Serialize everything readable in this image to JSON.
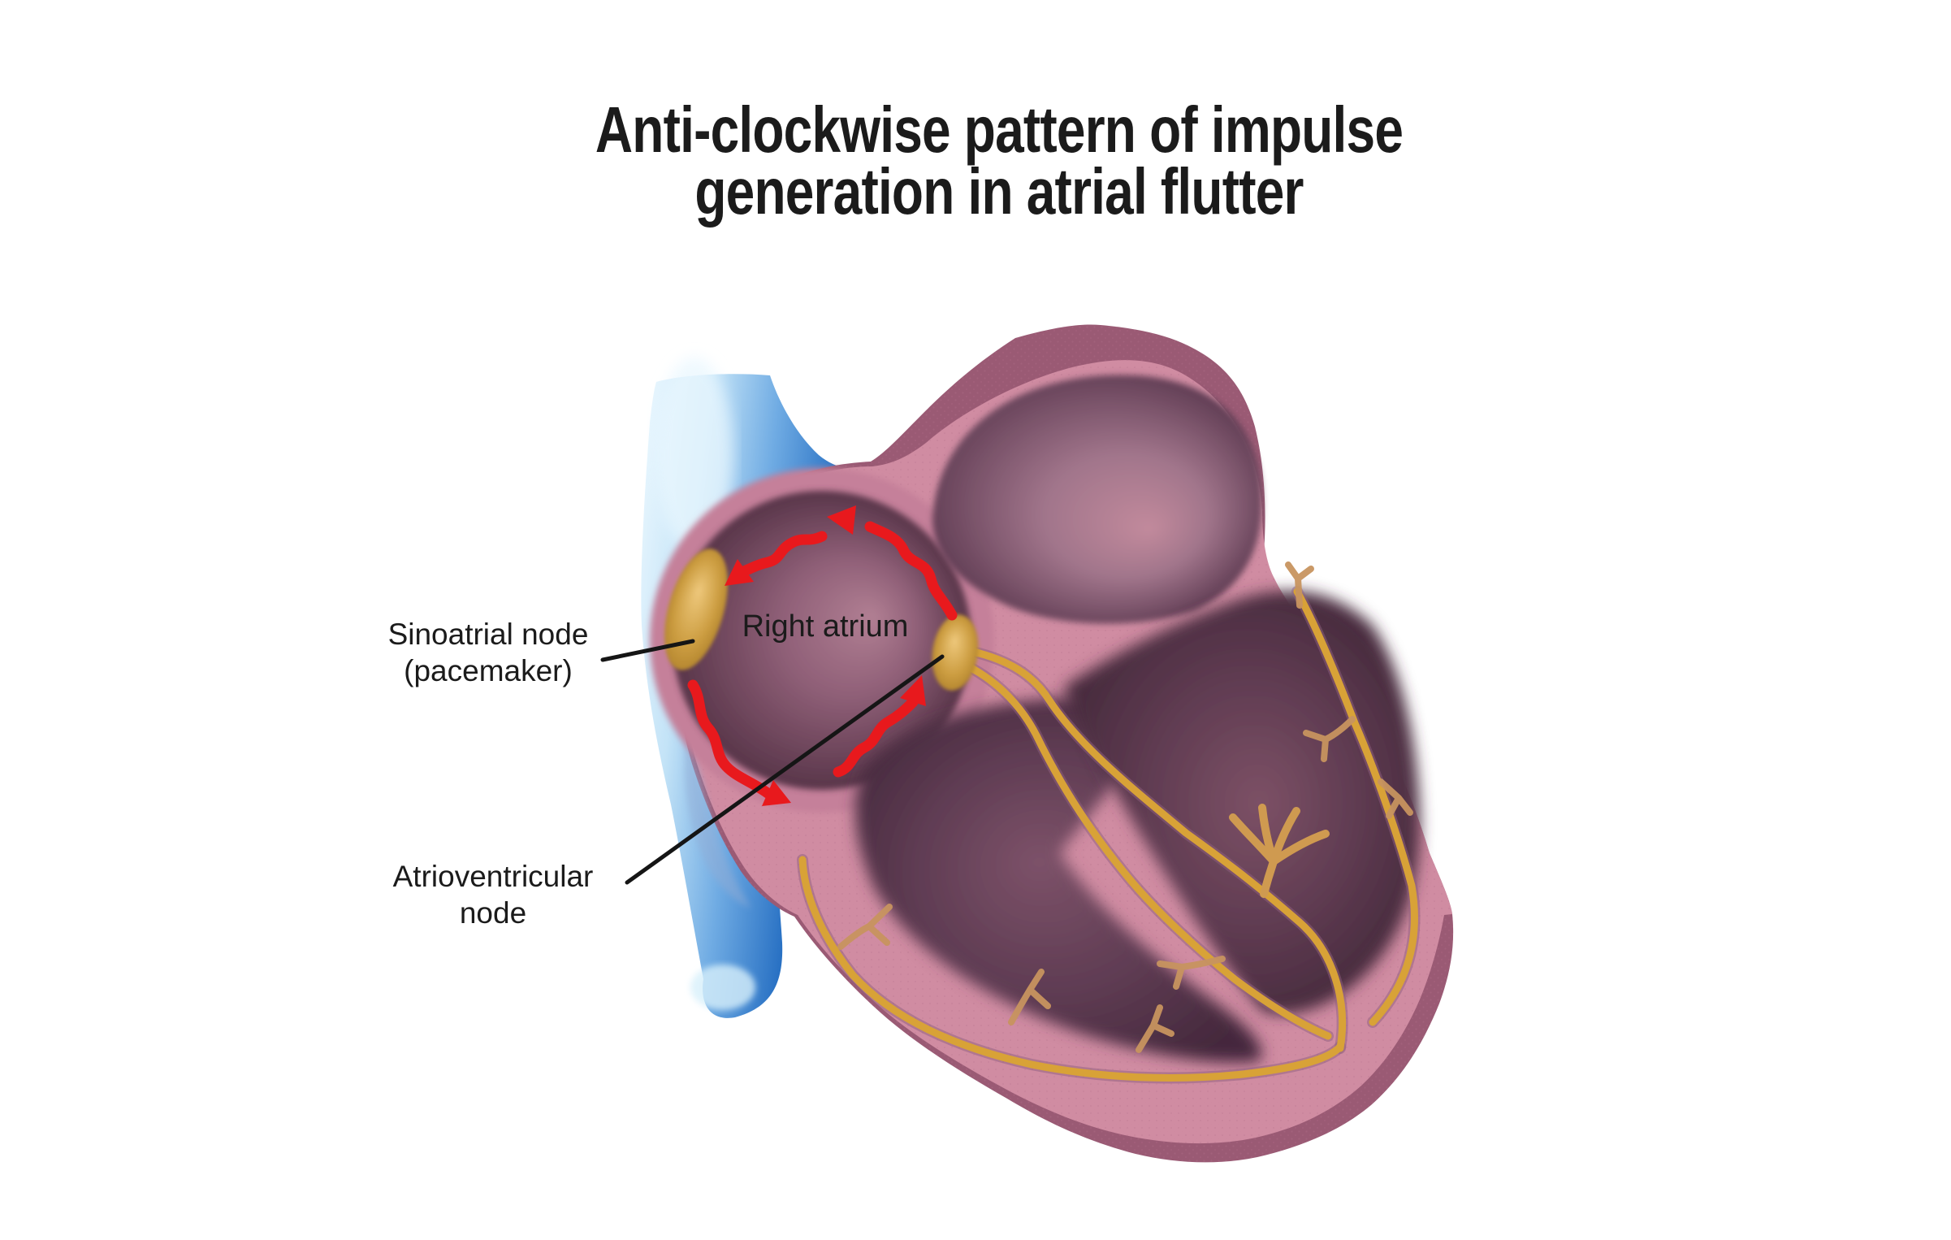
{
  "figure": {
    "title_line1": "Anti-clockwise pattern of impulse",
    "title_line2": "generation in atrial flutter",
    "labels": {
      "sa_node_line1": "Sinoatrial node",
      "sa_node_line2": "(pacemaker)",
      "right_atrium": "Right atrium",
      "av_node_line1": "Atrioventricular",
      "av_node_line2": "node"
    },
    "structures": [
      "superior-vena-cava",
      "right-atrium",
      "left-atrium",
      "right-ventricle",
      "left-ventricle",
      "sinoatrial-node",
      "atrioventricular-node",
      "conduction-fibers",
      "anti-clockwise-impulse-arrows"
    ],
    "colors": {
      "text-color": "#1b1b1b",
      "leader-color": "#151515",
      "impulse-color": "#e8191d",
      "fiber-color": "#d8a237",
      "twig-color": "#c7935f",
      "node-gold": "#d2a449",
      "vessel-blue": "#2a72c4",
      "vessel-highlight": "#e8f6fe",
      "heart-outer-wall": "#9a5a74",
      "heart-muscle-pink": "#d08ca2",
      "chamber-dark": "#4c2d41",
      "background": "#ffffff"
    }
  }
}
